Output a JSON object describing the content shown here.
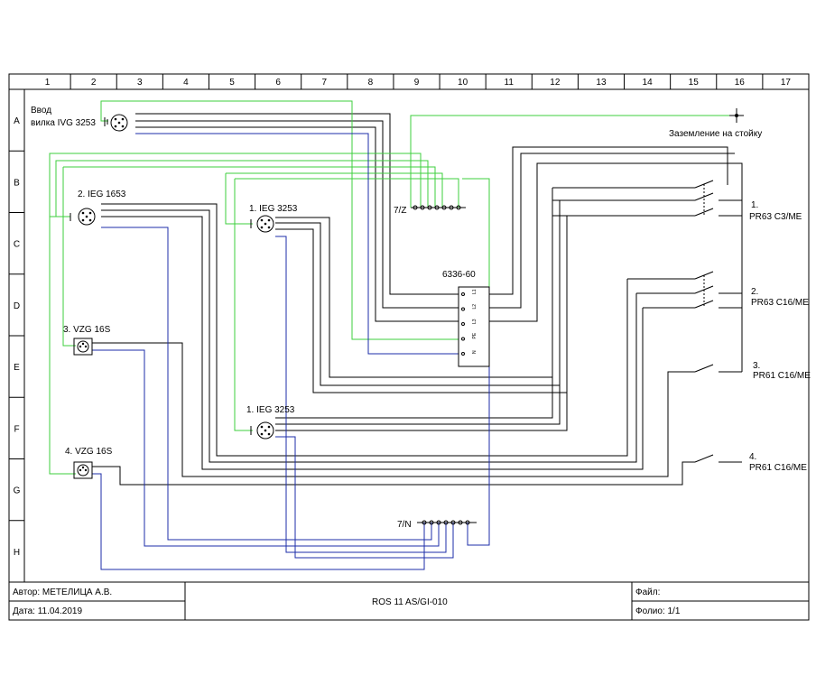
{
  "grid": {
    "columns": [
      "1",
      "2",
      "3",
      "4",
      "5",
      "6",
      "7",
      "8",
      "9",
      "10",
      "11",
      "12",
      "13",
      "14",
      "15",
      "16",
      "17"
    ],
    "rows": [
      "A",
      "B",
      "C",
      "D",
      "E",
      "F",
      "G",
      "H"
    ]
  },
  "components": {
    "input_label_1": "Ввод",
    "input_label_2": "вилка IVG 3253",
    "ground_label": "Заземление на стойку",
    "ieg1653": "2. IEG 1653",
    "ieg3253_top": "1. IEG 3253",
    "ieg3253_bottom": "1. IEG 3253",
    "vzg_1": "3. VZG 16S",
    "vzg_2": "4. VZG 16S",
    "terminal_7z": "7/Z",
    "terminal_7n": "7/N",
    "block": "6336-60",
    "block_pins": [
      "L1",
      "L2",
      "L3",
      "PE",
      "N"
    ]
  },
  "breakers": [
    {
      "num": "1.",
      "type": "PR63 C3/ME"
    },
    {
      "num": "2.",
      "type": "PR63 C16/ME"
    },
    {
      "num": "3.",
      "type": "PR61 C16/ME"
    },
    {
      "num": "4.",
      "type": "PR61 C16/ME"
    }
  ],
  "title_block": {
    "author": "Автор: МЕТЕЛИЦА А.В.",
    "date": "Дата: 11.04.2019",
    "drawing": "ROS 11 AS/GI-010",
    "file": "Файл:",
    "sheet": "Фолио: 1/1"
  },
  "colors": {
    "phase": "#000000",
    "earth": "#3ecf3e",
    "neutral": "#1c2ea8"
  }
}
